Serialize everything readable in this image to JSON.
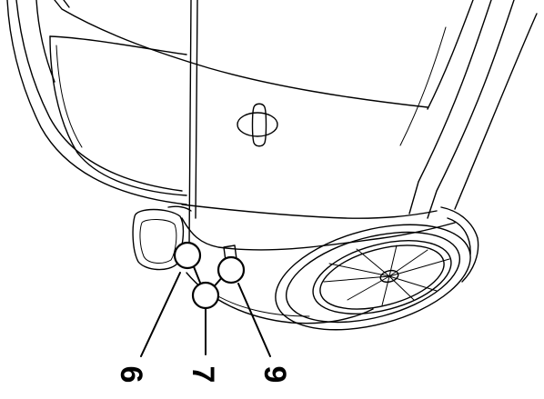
{
  "callouts": [
    {
      "id": "6",
      "label": "6"
    },
    {
      "id": "7",
      "label": "7"
    },
    {
      "id": "9",
      "label": "9"
    }
  ]
}
